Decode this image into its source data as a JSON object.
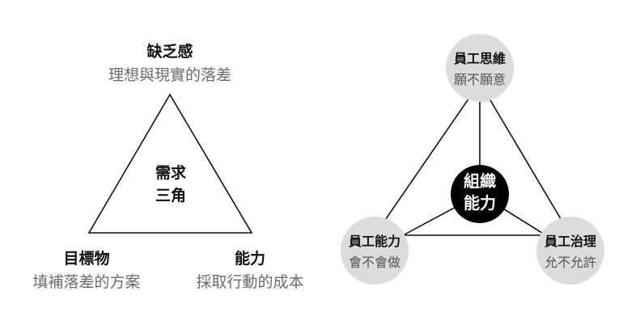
{
  "left": {
    "top": {
      "title": "缺乏感",
      "subtitle": "理想與現實的落差"
    },
    "bottom_left": {
      "title": "目標物",
      "subtitle": "填補落差的方案"
    },
    "bottom_right": {
      "title": "能力",
      "subtitle": "採取行動的成本"
    },
    "center": {
      "line1": "需求",
      "line2": "三角"
    }
  },
  "right": {
    "top": {
      "title": "員工思維",
      "subtitle": "願不願意"
    },
    "bottom_left": {
      "title": "員工能力",
      "subtitle": "會不會做"
    },
    "bottom_right": {
      "title": "員工治理",
      "subtitle": "允不允許"
    },
    "center": {
      "line1": "組織",
      "line2": "能力"
    }
  },
  "colors": {
    "line": "#111111",
    "outer_circle": "#dcdcdc",
    "center_circle": "#000000",
    "bold_text": "#111111",
    "sub_text": "#6b6b6b"
  }
}
